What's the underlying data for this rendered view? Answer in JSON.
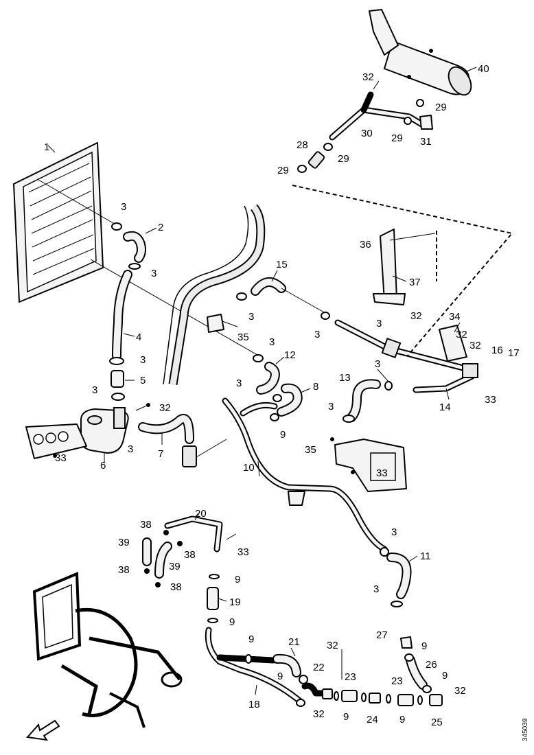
{
  "diagram": {
    "reference_number": "345039",
    "callouts": {
      "c1": "1",
      "c2": "2",
      "c3": "3",
      "c4": "4",
      "c5": "5",
      "c6": "6",
      "c7": "7",
      "c8": "8",
      "c9": "9",
      "c10": "10",
      "c11": "11",
      "c12": "12",
      "c13": "13",
      "c14": "14",
      "c15": "15",
      "c16": "16",
      "c17": "17",
      "c18": "18",
      "c19": "19",
      "c20": "20",
      "c21": "21",
      "c22": "22",
      "c23": "23",
      "c24": "24",
      "c25": "25",
      "c26": "26",
      "c27": "27",
      "c28": "28",
      "c29": "29",
      "c30": "30",
      "c31": "31",
      "c32": "32",
      "c33": "33",
      "c34": "34",
      "c35": "35",
      "c36": "36",
      "c37": "37",
      "c38": "38",
      "c39": "39",
      "c40": "40"
    }
  }
}
